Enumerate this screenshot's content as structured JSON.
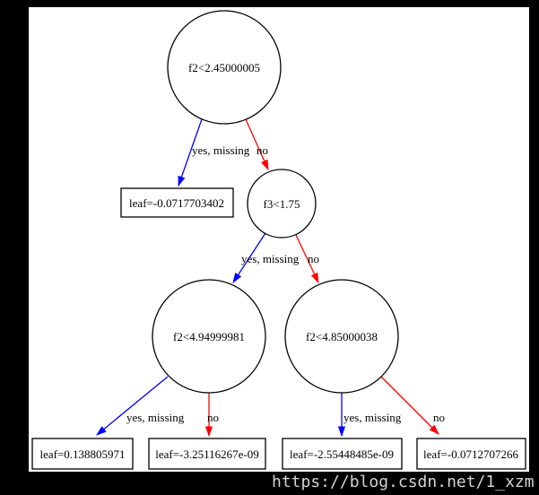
{
  "diagram_type": "decision-tree",
  "watermark": "https://blog.csdn.net/1_xzm",
  "edge_labels": {
    "yes": "yes, missing",
    "no": "no"
  },
  "nodes": {
    "root": {
      "label": "f2<2.45000005",
      "type": "split"
    },
    "leaf_l": {
      "label": "leaf=-0.0717703402",
      "type": "leaf"
    },
    "mid": {
      "label": "f3<1.75",
      "type": "split"
    },
    "left": {
      "label": "f2<4.94999981",
      "type": "split"
    },
    "right": {
      "label": "f2<4.85000038",
      "type": "split"
    },
    "leaf_ll": {
      "label": "leaf=0.138805971",
      "type": "leaf"
    },
    "leaf_lr": {
      "label": "leaf=-3.25116267e-09",
      "type": "leaf"
    },
    "leaf_rl": {
      "label": "leaf=-2.55448485e-09",
      "type": "leaf"
    },
    "leaf_rr": {
      "label": "leaf=-0.0712707266",
      "type": "leaf"
    }
  },
  "edges": [
    {
      "from": "root",
      "to": "leaf_l",
      "label": "yes, missing",
      "color": "#0000ff"
    },
    {
      "from": "root",
      "to": "mid",
      "label": "no",
      "color": "#ff0000"
    },
    {
      "from": "mid",
      "to": "left",
      "label": "yes, missing",
      "color": "#0000ff"
    },
    {
      "from": "mid",
      "to": "right",
      "label": "no",
      "color": "#ff0000"
    },
    {
      "from": "left",
      "to": "leaf_ll",
      "label": "yes, missing",
      "color": "#0000ff"
    },
    {
      "from": "left",
      "to": "leaf_lr",
      "label": "no",
      "color": "#ff0000"
    },
    {
      "from": "right",
      "to": "leaf_rl",
      "label": "yes, missing",
      "color": "#0000ff"
    },
    {
      "from": "right",
      "to": "leaf_rr",
      "label": "no",
      "color": "#ff0000"
    }
  ],
  "colors": {
    "yes_edge": "#0000ff",
    "no_edge": "#ff0000",
    "node_outline": "#000000",
    "canvas": "#ffffff",
    "frame": "#000000",
    "watermark_text": "#d4d4cc"
  }
}
